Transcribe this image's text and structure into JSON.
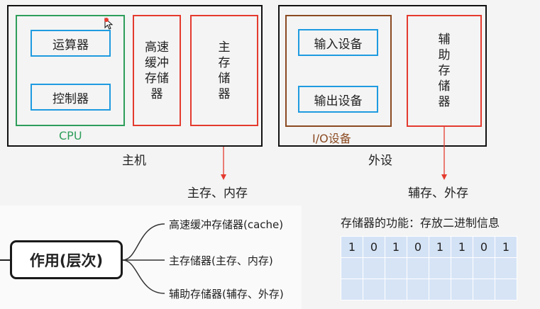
{
  "host": {
    "title": "主机",
    "cpu": {
      "label": "CPU",
      "alu": "运算器",
      "control": "控制器"
    },
    "cache": "高速缓冲存储器",
    "main_memory": "主存储器",
    "main_memory_note": "主存、内存"
  },
  "peripheral": {
    "title": "外设",
    "io": {
      "label": "I/O设备",
      "input": "输入设备",
      "output": "输出设备"
    },
    "aux": "辅助存储器",
    "aux_note": "辅存、外存"
  },
  "mindmap": {
    "root": "作用(层次)",
    "branches": [
      "高速缓冲存储器(cache)",
      "主存储器(主存、内存)",
      "辅助存储器(辅存、外存)"
    ]
  },
  "memory": {
    "function_title": "存储器的功能：存放二进制信息",
    "bits": [
      "1",
      "0",
      "1",
      "0",
      "1",
      "1",
      "0",
      "1"
    ]
  },
  "colors": {
    "black": "#111111",
    "green": "#2e9e5b",
    "red": "#e43b2f",
    "blue": "#1e9be0",
    "brown": "#8b4a22"
  }
}
